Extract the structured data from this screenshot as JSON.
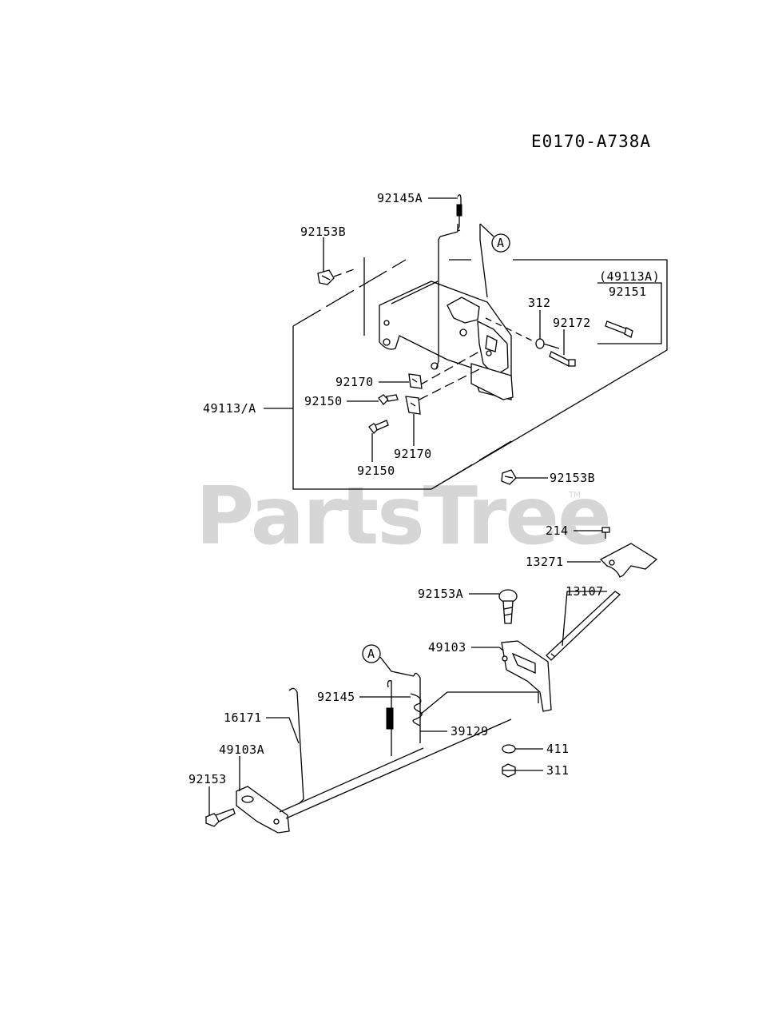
{
  "diagram": {
    "code": "E0170-A738A",
    "watermark": "PartsTree",
    "watermark_tm": "TM",
    "callouts": [
      "A",
      "A"
    ],
    "labels": {
      "p92145A": "92145A",
      "p92153B_top": "92153B",
      "p49113A_92151": "(49113A)",
      "p92151": "92151",
      "p312": "312",
      "p92172": "92172",
      "p92170_a": "92170",
      "p92150_a": "92150",
      "p49113_A": "49113/A",
      "p92170_b": "92170",
      "p92150_b": "92150",
      "p92153B_mid": "92153B",
      "p214": "214",
      "p13271": "13271",
      "p92153A": "92153A",
      "p13107": "13107",
      "p49103": "49103",
      "p92145": "92145",
      "p16171": "16171",
      "p39129": "39129",
      "p49103A": "49103A",
      "p411": "411",
      "p92153": "92153",
      "p311": "311"
    }
  }
}
